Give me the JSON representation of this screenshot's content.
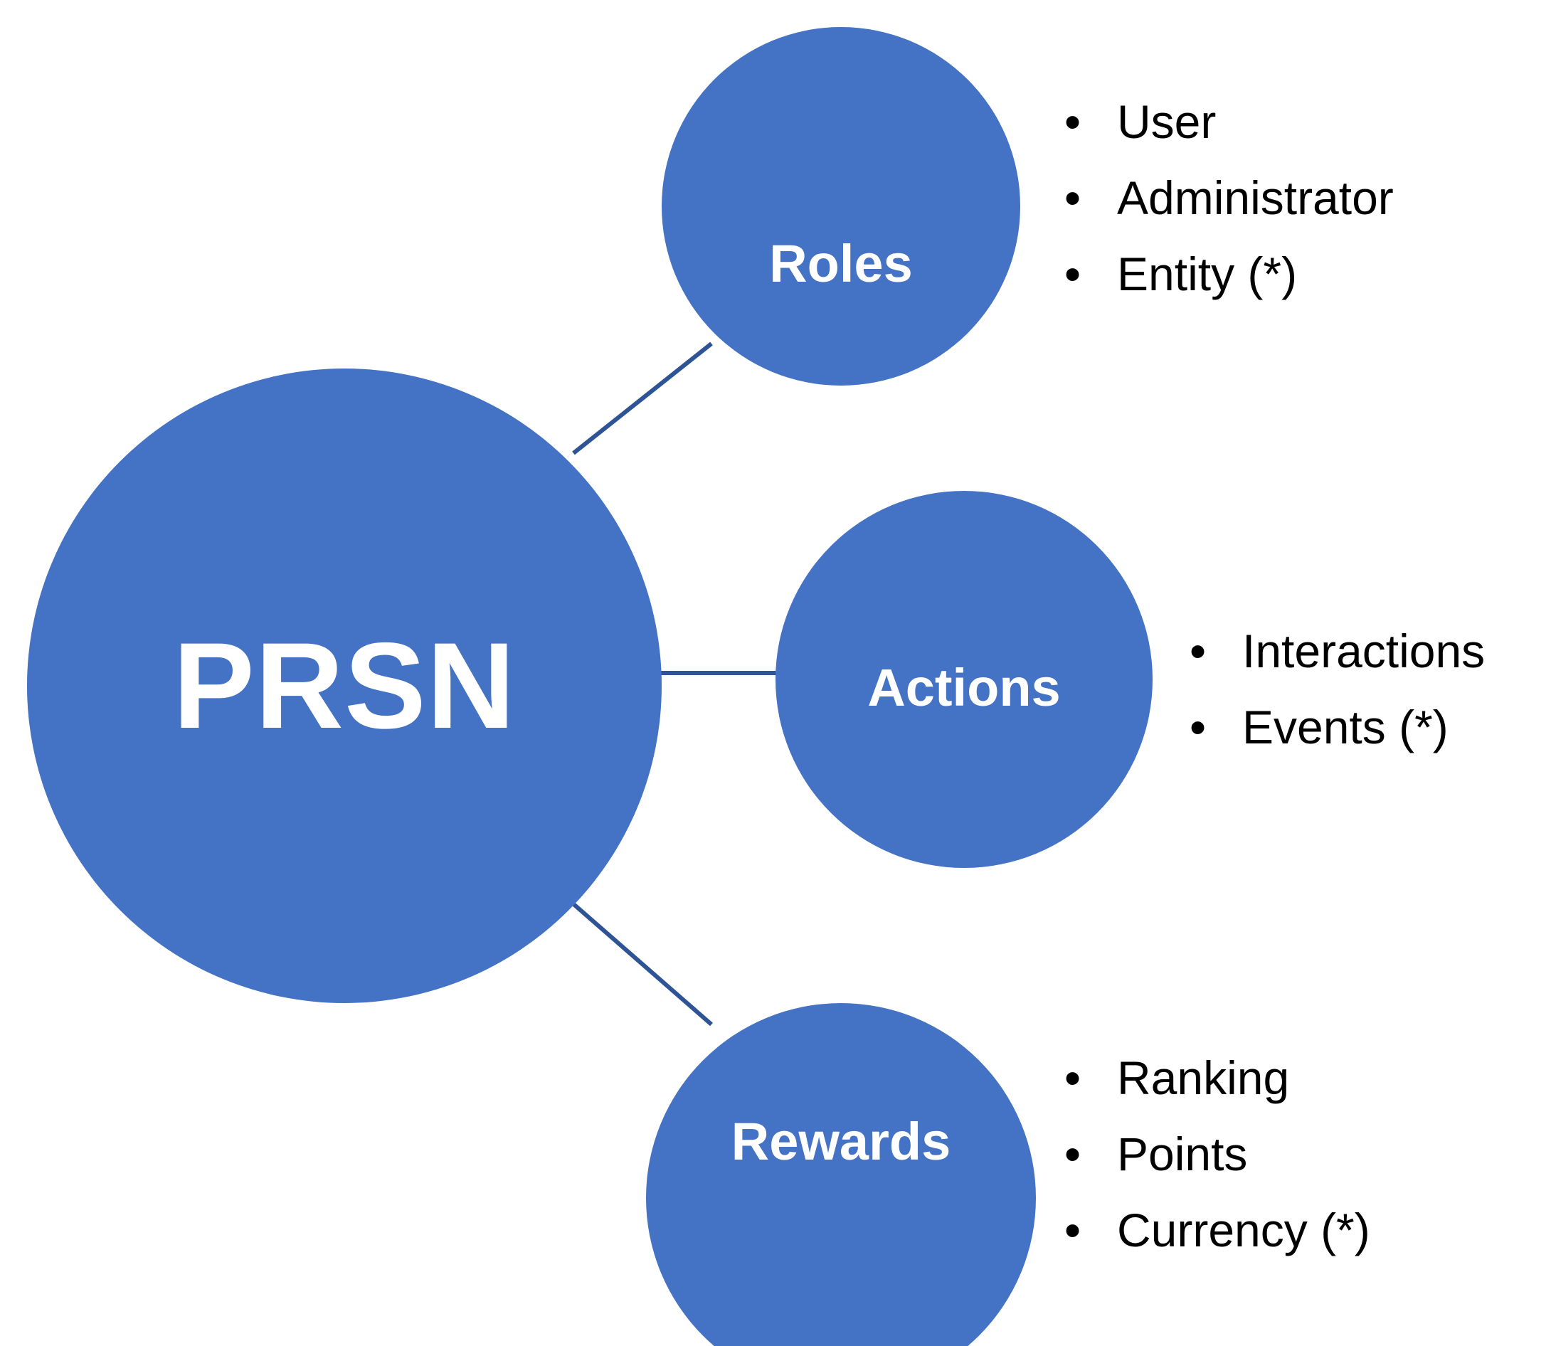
{
  "diagram": {
    "title": "PRSN",
    "colors": {
      "node_fill": "#4472C4",
      "node_text": "#FFFFFF",
      "edge": "#2E5496",
      "list_text": "#000000",
      "background": "#FFFFFF"
    },
    "center_node": {
      "label": "PRSN"
    },
    "branches": [
      {
        "id": "roles",
        "label": "Roles",
        "items": [
          "User",
          "Administrator",
          "Entity (*)"
        ]
      },
      {
        "id": "actions",
        "label": "Actions",
        "items": [
          "Interactions",
          "Events (*)"
        ]
      },
      {
        "id": "rewards",
        "label": "Rewards",
        "items": [
          "Ranking",
          "Points",
          "Currency (*)"
        ]
      }
    ],
    "bullet_glyph": "•"
  }
}
